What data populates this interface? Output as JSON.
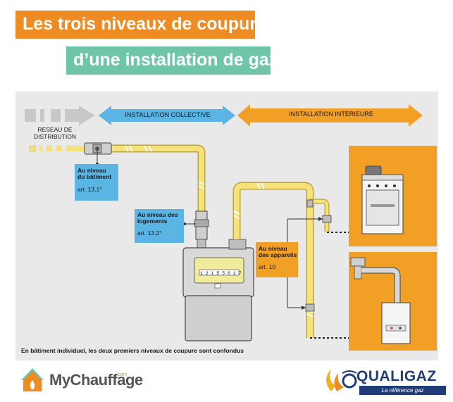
{
  "title": {
    "line1": "Les trois niveaux de coupure",
    "line2": "d’une installation de gaz"
  },
  "diagram": {
    "distribution_label_1": "RESEAU DE",
    "distribution_label_2": "DISTRIBUTION",
    "collective_label": "INSTALLATION COLLECTIVE",
    "interior_label": "INSTALLATION INTERIEURE",
    "level_building": {
      "title_1": "Au niveau",
      "title_2": "du bâtiment",
      "ref": "art. 13.1°"
    },
    "level_dwellings": {
      "title_1": "Au niveau des",
      "title_2": "logements",
      "ref": "art. 13.2°"
    },
    "level_appliances": {
      "title_1": "Au niveau",
      "title_2": "des appareils",
      "ref": "art. 10"
    },
    "meter_reading": "1 2 1 5 5 6 1 7",
    "note": "En bâtiment individuel, les deux premiers niveaux de coupure sont confondus"
  },
  "logos": {
    "mychauffage": "MyChauffage",
    "mychauffage_domain": ".com",
    "qualigaz": "QUALIGAZ",
    "qualigaz_tagline": "La référence gaz"
  },
  "colors": {
    "orange": "#ee8b23",
    "teal": "#6ec5a8",
    "blue": "#5bb5e4",
    "pipe_yellow": "#f6e27a",
    "meter_gray": "#d5d5d5"
  }
}
